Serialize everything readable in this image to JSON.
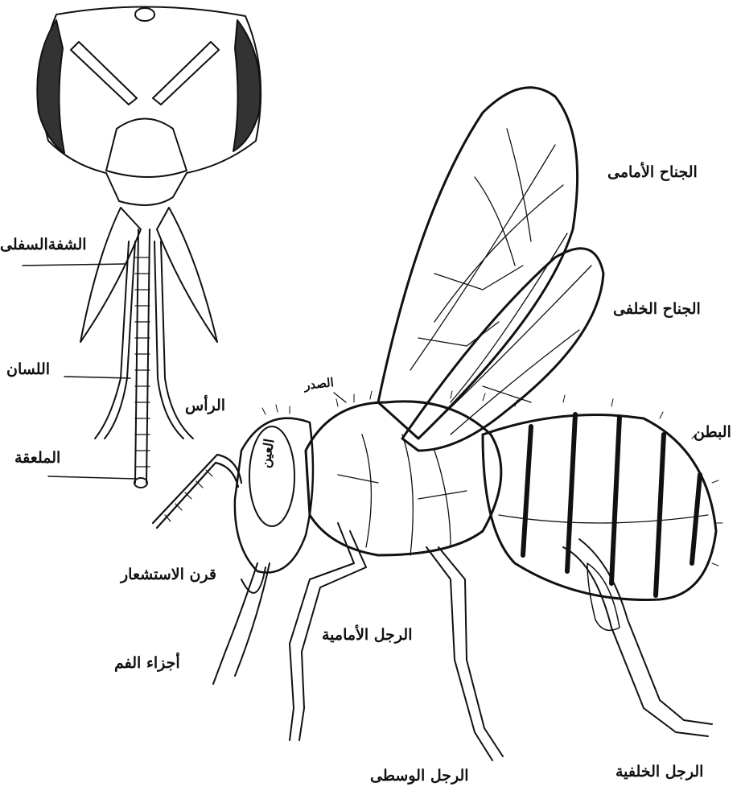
{
  "labels": {
    "forewing": "الجناح الأمامى",
    "hindwing": "الجناح الخلفى",
    "thorax": "الصدر",
    "abdomen": "البطن",
    "labium": "الشفةالسفلى",
    "tongue": "اللسان",
    "head": "الرأس",
    "spoon": "الملعقة",
    "eye": "العين",
    "antenna": "قرن الاستشعار",
    "mouthparts": "أجزاء الفم",
    "front_leg": "الرجل الأمامية",
    "middle_leg": "الرجل الوسطى",
    "hind_leg": "الرجل الخلفية"
  },
  "colors": {
    "ink": "#111111",
    "paper": "#ffffff"
  }
}
